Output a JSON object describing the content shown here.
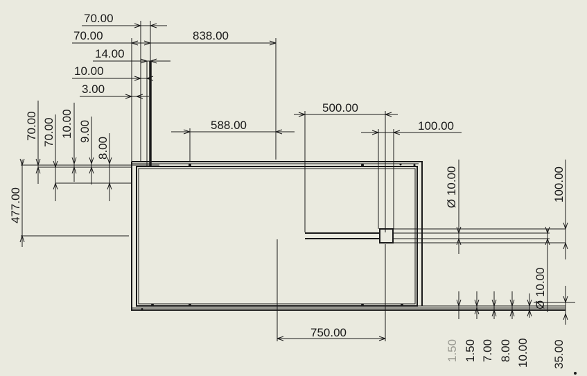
{
  "drawing": {
    "background": "#eaeadf",
    "line_color": "#1a1a1a",
    "muted_color": "#9a9a92"
  },
  "dimensions": {
    "top_70_a": "70.00",
    "top_70_b": "70.00",
    "top_14": "14.00",
    "top_10": "10.00",
    "top_3": "3.00",
    "top_838": "838.00",
    "top_588": "588.00",
    "top_500": "500.00",
    "top_100": "100.00",
    "left_70_a": "70.00",
    "left_70_b": "70.00",
    "left_10": "10.00",
    "left_9": "9.00",
    "left_8": "8.00",
    "left_477": "477.00",
    "right_dia_10_a": "Ø 10.00",
    "right_100": "100.00",
    "right_dia_10_b": "Ø 10.00",
    "bottom_750": "750.00",
    "bottom_1_50_a": "1.50",
    "bottom_1_50_b": "1.50",
    "bottom_7": "7.00",
    "bottom_8": "8.00",
    "bottom_10": "10.00",
    "bottom_35": "35.00"
  }
}
